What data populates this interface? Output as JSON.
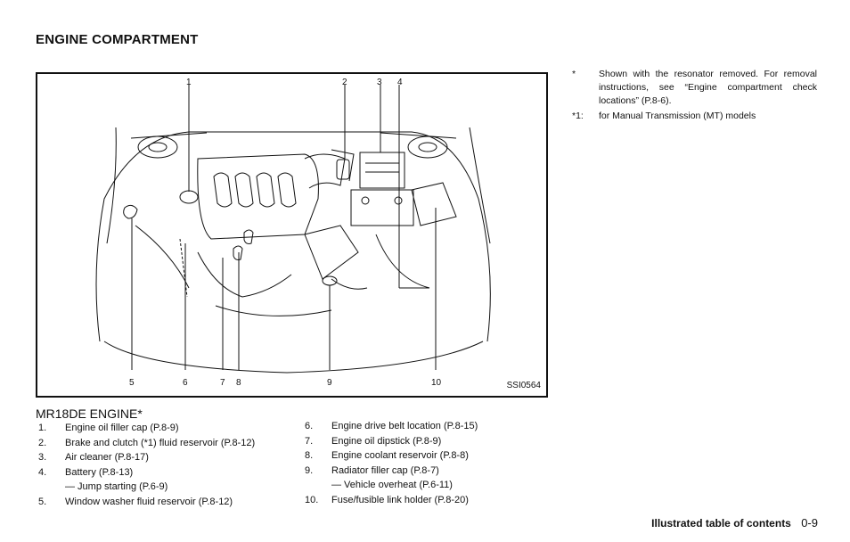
{
  "section_title": "ENGINE COMPARTMENT",
  "figure": {
    "id": "SSI0564",
    "callouts_top": [
      "1",
      "2",
      "3",
      "4"
    ],
    "callouts_bottom": [
      "5",
      "6",
      "7",
      "8",
      "9",
      "10"
    ]
  },
  "engine_title": "MR18DE ENGINE*",
  "items_left": [
    {
      "num": "1.",
      "text": "Engine oil filler cap (P.8-9)"
    },
    {
      "num": "2.",
      "text": "Brake and clutch (*1) fluid reservoir (P.8-12)"
    },
    {
      "num": "3.",
      "text": "Air cleaner (P.8-17)"
    },
    {
      "num": "4.",
      "text": "Battery (P.8-13)",
      "sub": "— Jump starting (P.6-9)"
    },
    {
      "num": "5.",
      "text": "Window washer fluid reservoir (P.8-12)"
    }
  ],
  "items_right": [
    {
      "num": "6.",
      "text": "Engine drive belt location (P.8-15)"
    },
    {
      "num": "7.",
      "text": "Engine oil dipstick (P.8-9)"
    },
    {
      "num": "8.",
      "text": "Engine coolant reservoir (P.8-8)"
    },
    {
      "num": "9.",
      "text": "Radiator filler cap (P.8-7)",
      "sub": "— Vehicle overheat (P.6-11)"
    },
    {
      "num": "10.",
      "text": "Fuse/fusible link holder (P.8-20)"
    }
  ],
  "notes": [
    {
      "mark": "*",
      "text": "Shown with the resonator removed. For removal instructions, see “Engine compartment check locations” (P.8-6)."
    },
    {
      "mark": "*1:",
      "text": "for Manual Transmission (MT) models"
    }
  ],
  "footer": {
    "title": "Illustrated table of contents",
    "page": "0-9"
  }
}
